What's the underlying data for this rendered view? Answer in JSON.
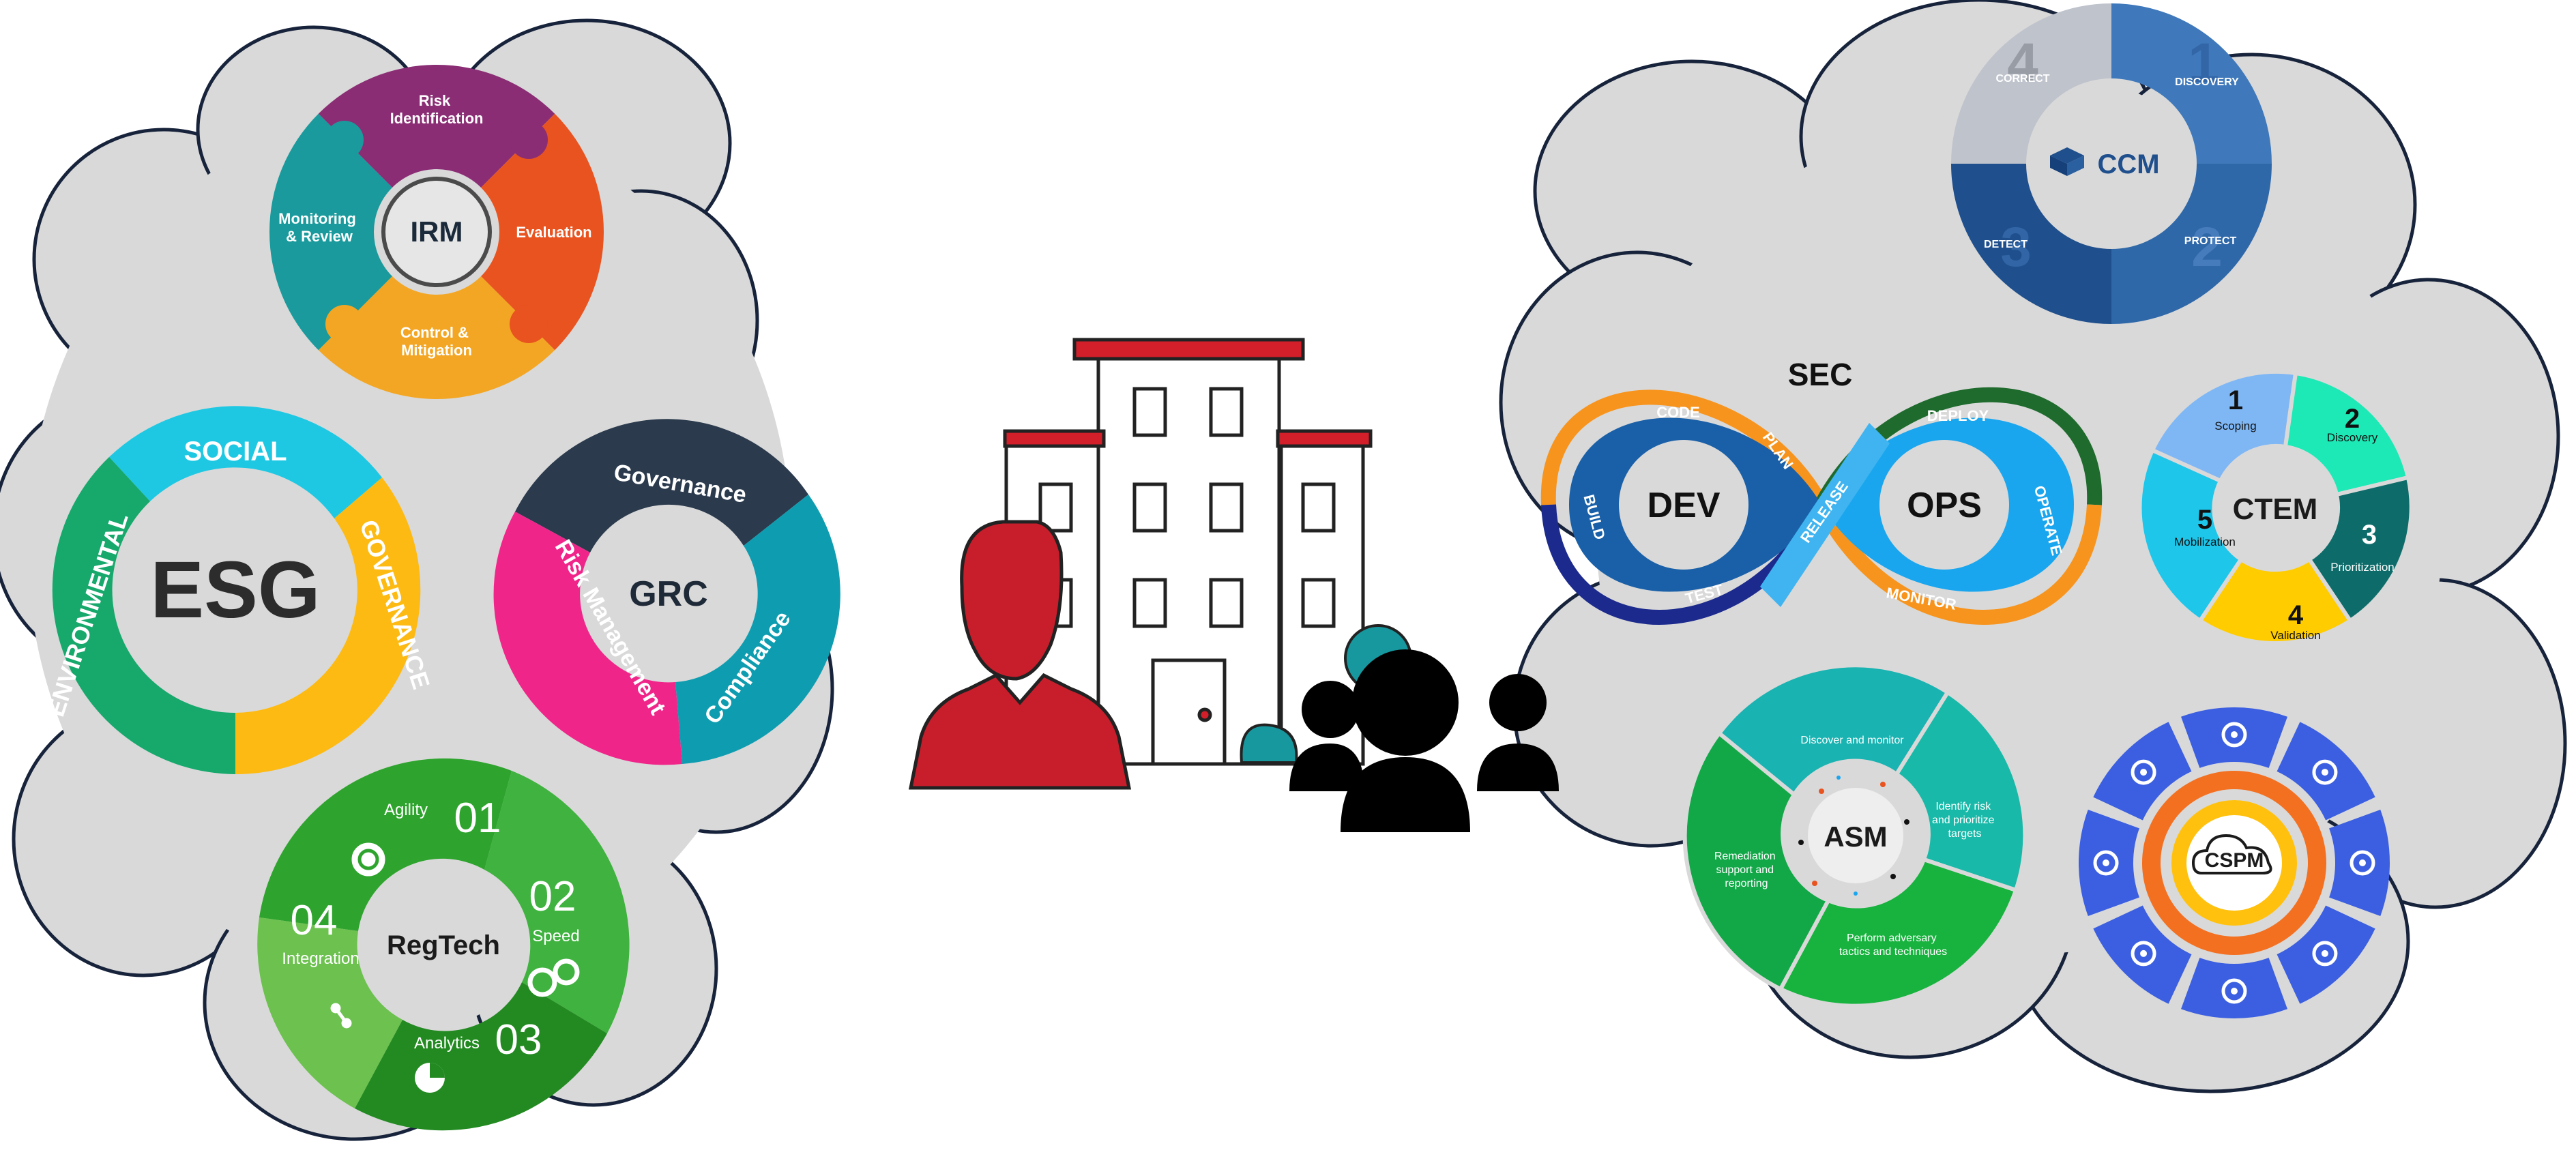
{
  "left_cloud": {
    "irm": {
      "center": "IRM",
      "segments": [
        "Risk\nIdentification",
        "Evaluation",
        "Control &\nMitigation",
        "Monitoring\n& Review"
      ],
      "colors": [
        "#8a2d74",
        "#e8531f",
        "#f3a623",
        "#1a9a9c"
      ]
    },
    "esg": {
      "center": "ESG",
      "segments": [
        "SOCIAL",
        "GOVERNANCE",
        "ENVIRONMENTAL"
      ],
      "colors": [
        "#1ec8e3",
        "#fdba12",
        "#17a86c"
      ]
    },
    "grc": {
      "center": "GRC",
      "segments": [
        "Governance",
        "Compliance",
        "Risk Management"
      ],
      "colors": [
        "#2b3a4d",
        "#0e9db0",
        "#f0258a"
      ]
    },
    "regtech": {
      "center": "RegTech",
      "items": [
        {
          "num": "01",
          "label": "Agility",
          "icon": "gear-icon"
        },
        {
          "num": "02",
          "label": "Speed",
          "icon": "stopwatch-gears-icon"
        },
        {
          "num": "03",
          "label": "Analytics",
          "icon": "pie-chart-icon"
        },
        {
          "num": "04",
          "label": "Integration",
          "icon": "network-nodes-icon"
        }
      ],
      "colors": [
        "#2ea42e",
        "#3fb23f",
        "#238a22",
        "#6cc14f"
      ]
    }
  },
  "center": {
    "building_icon": "office-building-icon",
    "person_icon": "person-silhouette-icon",
    "team_icon": "team-group-icon",
    "colors": {
      "roof": "#d31f2a",
      "person": "#c81e2b",
      "team": "#000000",
      "accent": "#17989e"
    }
  },
  "right_cloud": {
    "ccm": {
      "center": "CCM",
      "segments": [
        {
          "num": "1",
          "label": "DISCOVERY"
        },
        {
          "num": "2",
          "label": "PROTECT"
        },
        {
          "num": "3",
          "label": "DETECT"
        },
        {
          "num": "4",
          "label": "CORRECT"
        }
      ],
      "colors": [
        "#3f79bb",
        "#2f68a8",
        "#1f4f8c",
        "#bfc3cc"
      ]
    },
    "devsecops": {
      "sec": "SEC",
      "dev": "DEV",
      "ops": "OPS",
      "dev_stages": [
        "CODE",
        "PLAN",
        "BUILD",
        "TEST"
      ],
      "ops_stages": [
        "DEPLOY",
        "OPERATE",
        "MONITOR"
      ],
      "release": "RELEASE",
      "colors": {
        "dev": "#1a60a8",
        "ops": "#1aa6ee",
        "ring_orange": "#f7941d",
        "ring_green": "#1e6b2d",
        "ring_navy": "#1b2a8c"
      }
    },
    "ctem": {
      "center": "CTEM",
      "segments": [
        {
          "num": "1",
          "label": "Scoping"
        },
        {
          "num": "2",
          "label": "Discovery"
        },
        {
          "num": "3",
          "label": "Prioritization"
        },
        {
          "num": "4",
          "label": "Validation"
        },
        {
          "num": "5",
          "label": "Mobilization"
        }
      ],
      "colors": [
        "#7fb7f5",
        "#1de9b6",
        "#0d6c6a",
        "#ffcc00",
        "#1ec6ea"
      ]
    },
    "asm": {
      "center": "ASM",
      "segments": [
        "Discover and monitor",
        "Identify risk\nand prioritize\ntargets",
        "Perform adversary\ntactics and techniques",
        "Remediation\nsupport and\nreporting"
      ],
      "colors": [
        "#19b3b1",
        "#18b9a8",
        "#17b33e",
        "#12a848"
      ]
    },
    "cspm": {
      "center": "CSPM",
      "tiles": [
        "user-gear-icon",
        "gears-icon",
        "line-chart-icon",
        "cloud-link-icon",
        "lock-icon",
        "network-hub-icon",
        "search-bug-icon",
        "flow-nodes-icon"
      ],
      "colors": {
        "tile": "#3b5fe0",
        "ring": "#f37021",
        "core": "#ffc10e"
      }
    }
  }
}
